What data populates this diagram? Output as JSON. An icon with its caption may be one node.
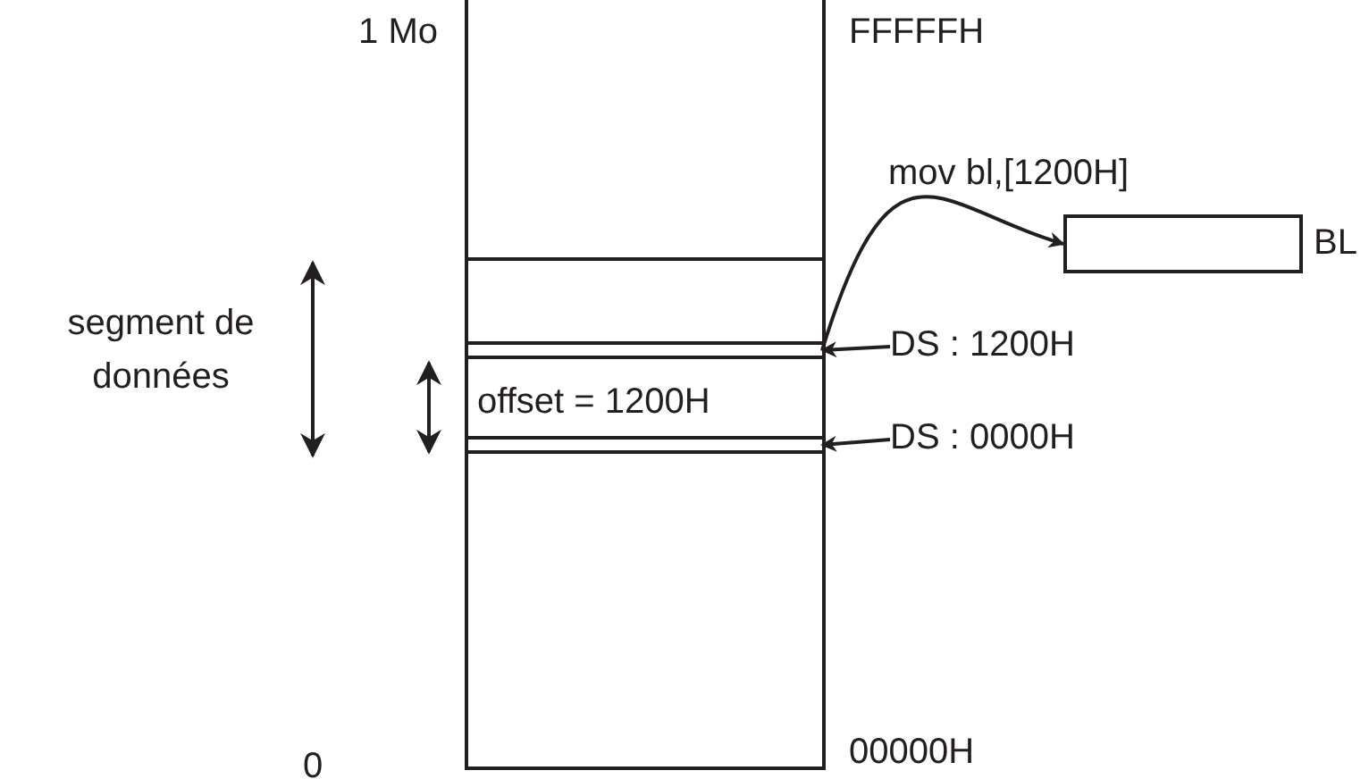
{
  "diagram": {
    "nodes": [
      {
        "text": [],
        "shape": "box"
      },
      {
        "text": [],
        "shape": "bar",
        "in": 0
      },
      {
        "text": [],
        "shape": "bar",
        "in": 0
      },
      {
        "text": [
          "BL"
        ]
      },
      {
        "text": [
          "DS : 1200H"
        ]
      },
      {
        "text": [
          "DS : 0000H"
        ]
      }
    ],
    "edges": [
      {
        "from": 1,
        "to": 3,
        "arrow": "to"
      },
      {
        "from": 4,
        "to": 1,
        "arrow": "to"
      },
      {
        "from": 5,
        "to": 2,
        "arrow": "to"
      }
    ],
    "labels": [
      "1 Mo",
      "FFFFFH",
      "mov bl,[1200H]",
      "segment de données",
      "offset = 1200H",
      "0",
      "00000H"
    ]
  }
}
